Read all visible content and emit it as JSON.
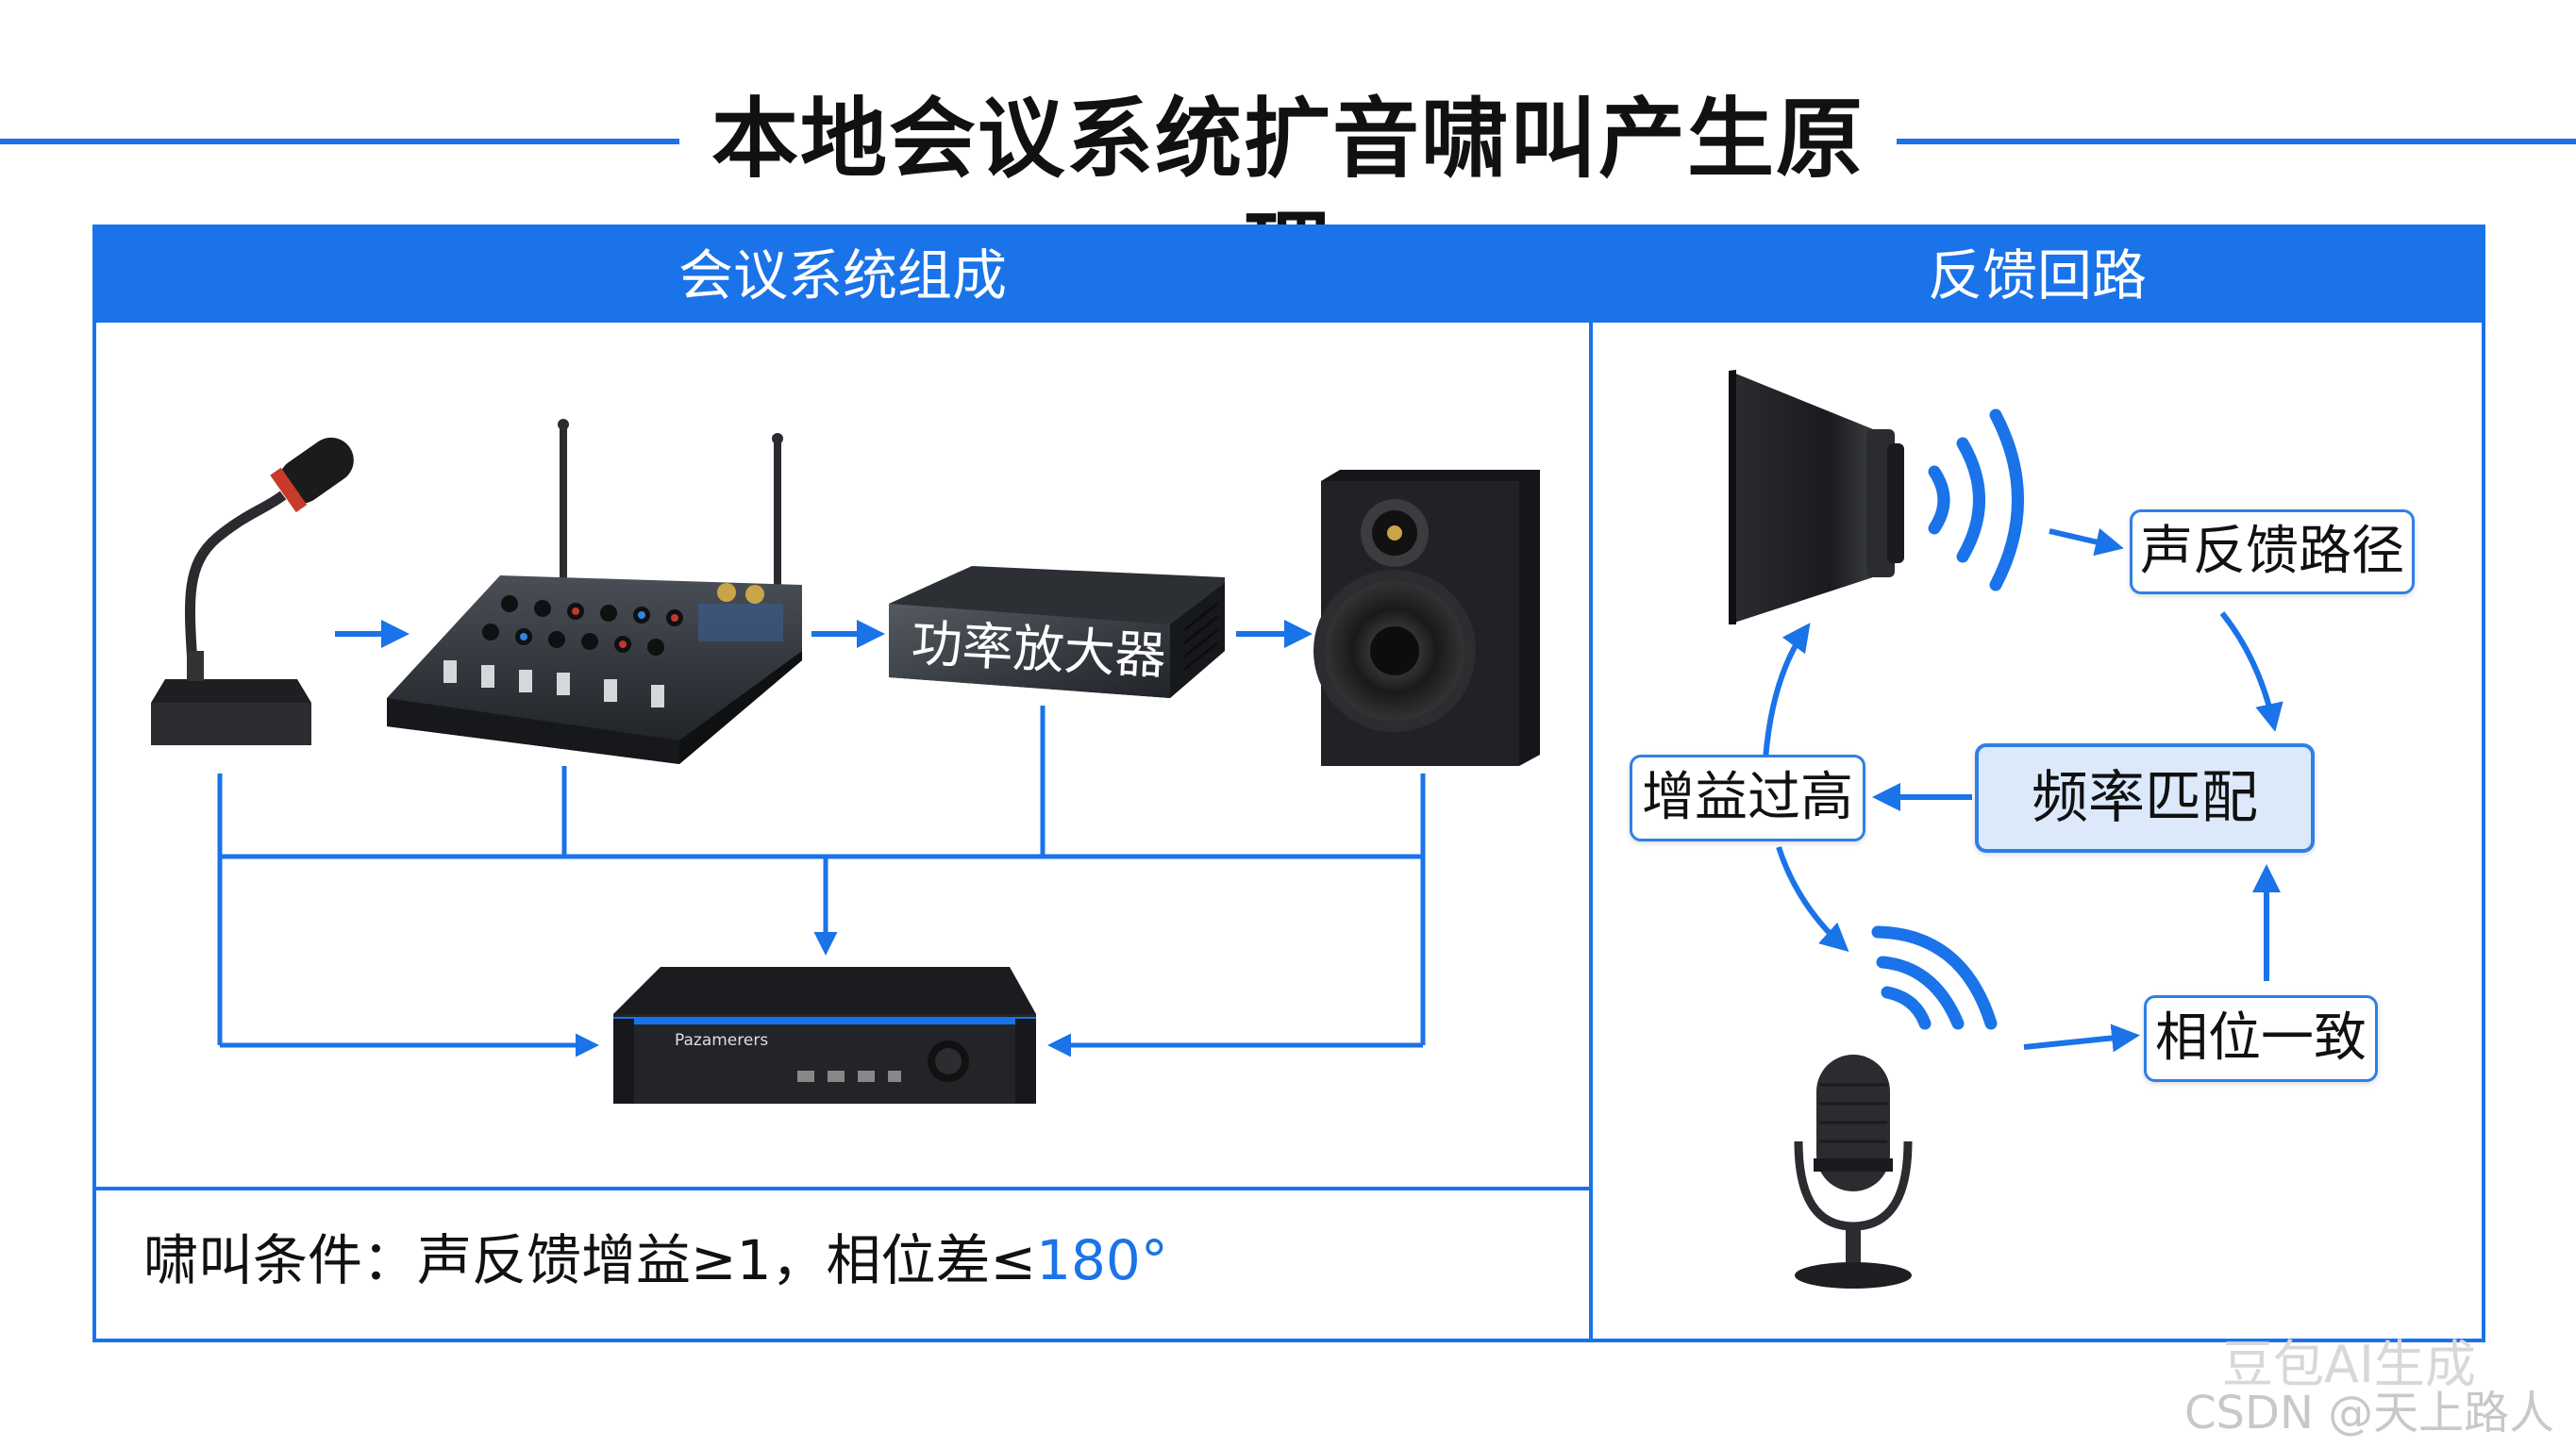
{
  "title": "本地会议系统扩音啸叫产生原理",
  "left_panel": {
    "header": "会议系统组成",
    "amplifier_label": "功率放大器",
    "processor_brand": "Pazamerers",
    "condition_prefix": "啸叫条件：声反馈增益≥1，相位差≤",
    "condition_value": "180°"
  },
  "right_panel": {
    "header": "反馈回路",
    "labels": {
      "feedback_path": "声反馈路径",
      "frequency_match": "频率匹配",
      "gain_high": "增益过高",
      "phase_match": "相位一致"
    }
  },
  "watermark": {
    "line1": "豆包AI生成",
    "line2": "CSDN @天上路人"
  },
  "colors": {
    "accent": "#1a73e8",
    "device_dark": "#23262b"
  }
}
